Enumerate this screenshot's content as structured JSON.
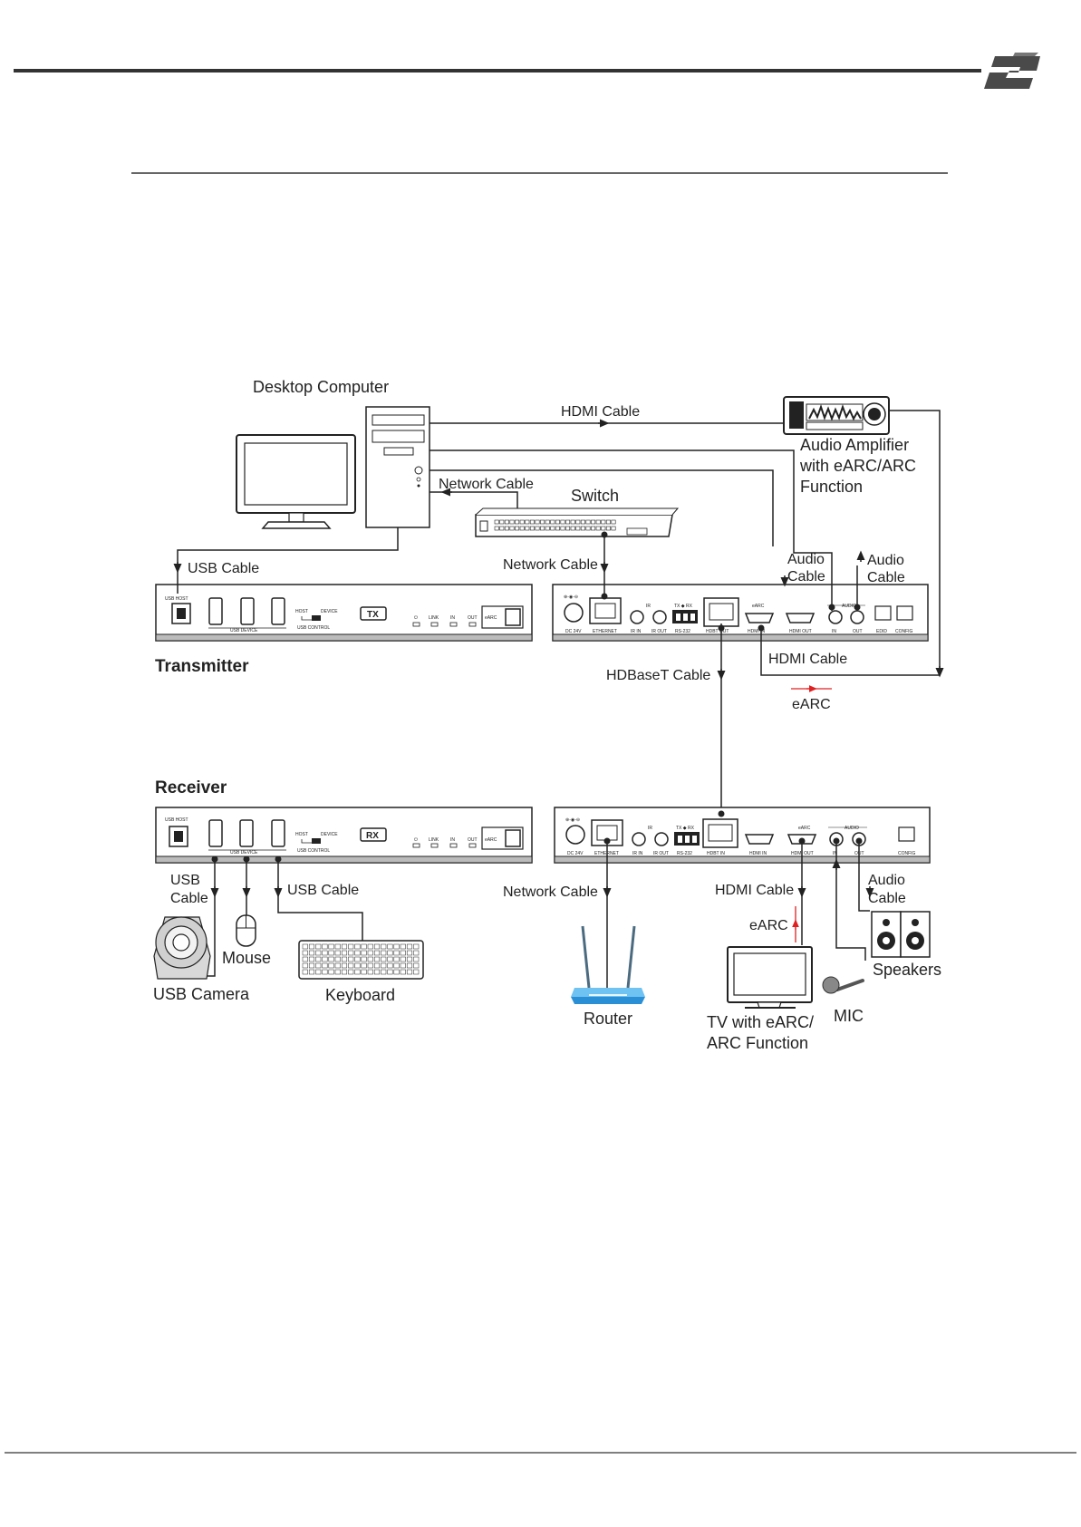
{
  "devices": {
    "desktop": "Desktop Computer",
    "amplifier": [
      "Audio Amplifier",
      "with eARC/ARC",
      "Function"
    ],
    "switch": "Switch",
    "transmitter": "Transmitter",
    "receiver": "Receiver",
    "mouse": "Mouse",
    "usb_camera": "USB Camera",
    "keyboard": "Keyboard",
    "router": "Router",
    "tv": [
      "TV with eARC/",
      "ARC Function"
    ],
    "mic": "MIC",
    "speakers": "Speakers"
  },
  "cables": {
    "hdmi": "HDMI Cable",
    "network": "Network Cable",
    "usb": "USB Cable",
    "usb_split": [
      "USB",
      "Cable"
    ],
    "audio_split": [
      "Audio",
      "Cable"
    ],
    "hdbaset": "HDBaseT Cable",
    "earc": "eARC"
  },
  "tx_front": {
    "badge": "TX",
    "usb_host": "USB HOST",
    "usb_device": "USB DEVICE",
    "host": "HOST",
    "device": "DEVICE",
    "usb_control": "USB CONTROL",
    "power": "⏻",
    "link": "LINK",
    "in": "IN",
    "out": "OUT",
    "earc": "eARC"
  },
  "rx_front": {
    "badge": "RX",
    "usb_host": "USB HOST",
    "usb_device": "USB DEVICE",
    "host": "HOST",
    "device": "DEVICE",
    "usb_control": "USB CONTROL",
    "power": "⏻",
    "link": "LINK",
    "in": "IN",
    "out": "OUT",
    "earc": "eARC"
  },
  "tx_back": {
    "dc": "DC 24V",
    "ethernet": "ETHERNET",
    "ir": "IR",
    "ir_in": "IR IN",
    "ir_out": "IR OUT",
    "txrx": "TX ◆ RX",
    "rs232": "RS-232",
    "hdbt_out": "HDBT OUT",
    "earc": "eARC",
    "hdmi_in": "HDMI IN",
    "hdmi_out": "HDMI OUT",
    "audio": "AUDIO",
    "in": "IN",
    "out": "OUT",
    "edid": "EDID",
    "config": "CONFIG"
  },
  "rx_back": {
    "dc": "DC 24V",
    "ethernet": "ETHERNET",
    "ir": "IR",
    "ir_in": "IR IN",
    "ir_out": "IR OUT",
    "txrx": "TX ◆ RX",
    "rs232": "RS-232",
    "hdbt_in": "HDBT IN",
    "earc": "eARC",
    "hdmi_in": "HDMI IN",
    "hdmi_out": "HDMI OUT",
    "audio": "AUDIO",
    "in": "IN",
    "out": "OUT",
    "config": "CONFIG"
  },
  "colors": {
    "line": "#222222",
    "earc_arrow": "#e02020",
    "router": "#3aa6e8"
  }
}
